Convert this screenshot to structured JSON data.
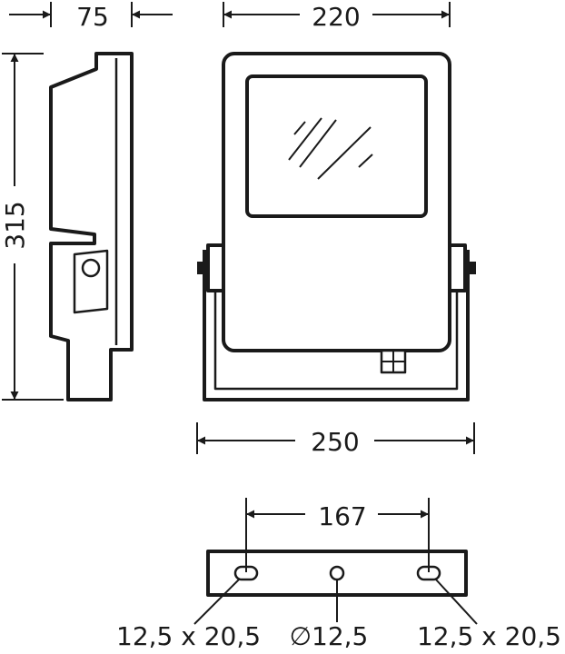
{
  "dimensions": {
    "side_depth": "75",
    "front_width": "220",
    "height": "315",
    "bracket_width": "250",
    "hole_spacing": "167"
  },
  "bracket_holes": {
    "left_slot": "12,5 x 20,5",
    "center_hole": "∅12,5",
    "right_slot": "12,5 x 20,5"
  }
}
